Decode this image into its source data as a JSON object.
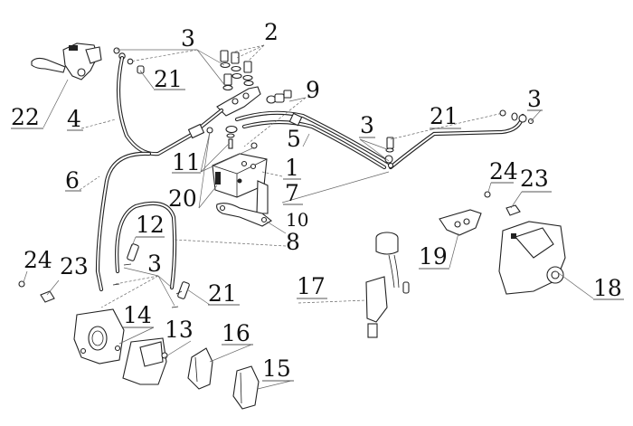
{
  "diagram": {
    "title": "",
    "type": "exploded-parts-diagram",
    "subject": "ABS brake system hoses, calipers and master cylinders",
    "callouts": [
      {
        "id": "c1",
        "label": "1",
        "part": "abs-modulator-unit"
      },
      {
        "id": "c2",
        "label": "2",
        "part": "banjo-bolts"
      },
      {
        "id": "c3a",
        "label": "3",
        "part": "sealing-washers-upper"
      },
      {
        "id": "c3b",
        "label": "3",
        "part": "sealing-washers-middle"
      },
      {
        "id": "c3c",
        "label": "3",
        "part": "sealing-washers-right"
      },
      {
        "id": "c3d",
        "label": "3",
        "part": "sealing-washers-lower"
      },
      {
        "id": "c4",
        "label": "4",
        "part": "front-brake-hose-upper"
      },
      {
        "id": "c5",
        "label": "5",
        "part": "brake-hose-abs-to-rear"
      },
      {
        "id": "c6",
        "label": "6",
        "part": "front-brake-hose-left"
      },
      {
        "id": "c7",
        "label": "7",
        "part": "abs-bracket"
      },
      {
        "id": "c8",
        "label": "8",
        "part": "front-brake-hose-right"
      },
      {
        "id": "c9",
        "label": "9",
        "part": "bolt-assembly"
      },
      {
        "id": "c10",
        "label": "10",
        "part": "mounting-plate"
      },
      {
        "id": "c11",
        "label": "11",
        "part": "grommets"
      },
      {
        "id": "c12",
        "label": "12",
        "part": "banjo-bolt-left-caliper"
      },
      {
        "id": "c13",
        "label": "13",
        "part": "front-caliper-right"
      },
      {
        "id": "c14",
        "label": "14",
        "part": "front-caliper-left"
      },
      {
        "id": "c15",
        "label": "15",
        "part": "brake-pads-right"
      },
      {
        "id": "c16",
        "label": "16",
        "part": "brake-pads-left"
      },
      {
        "id": "c17",
        "label": "17",
        "part": "rear-master-cylinder"
      },
      {
        "id": "c18",
        "label": "18",
        "part": "rear-caliper"
      },
      {
        "id": "c19",
        "label": "19",
        "part": "rear-brake-pads"
      },
      {
        "id": "c20",
        "label": "20",
        "part": "screws"
      },
      {
        "id": "c21a",
        "label": "21",
        "part": "banjo-bolt-upper"
      },
      {
        "id": "c21b",
        "label": "21",
        "part": "banjo-bolt-rear"
      },
      {
        "id": "c21c",
        "label": "21",
        "part": "banjo-bolt-right-caliper"
      },
      {
        "id": "c22",
        "label": "22",
        "part": "front-master-cylinder-lever"
      },
      {
        "id": "c23a",
        "label": "23",
        "part": "bleeder-valve-front"
      },
      {
        "id": "c23b",
        "label": "23",
        "part": "bleeder-valve-rear"
      },
      {
        "id": "c24a",
        "label": "24",
        "part": "bleeder-cap-front"
      },
      {
        "id": "c24b",
        "label": "24",
        "part": "bleeder-cap-rear"
      }
    ]
  }
}
